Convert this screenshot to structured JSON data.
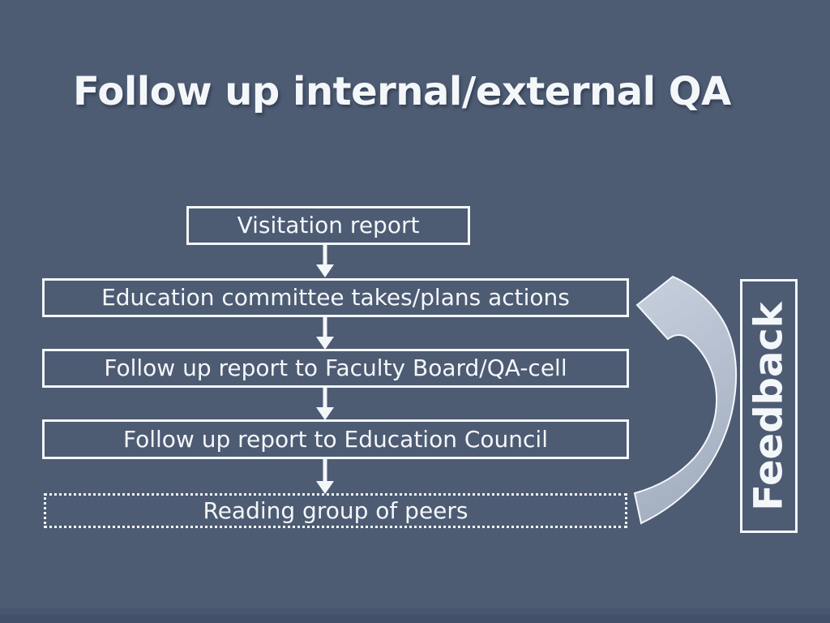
{
  "slide": {
    "title": "Follow up internal/external QA",
    "colors": {
      "background": "#4d5b73",
      "edge_strip_upper": "#485670",
      "edge_strip_lower": "#42506a",
      "shape_border": "#f4f7fa",
      "text": "#f4f7fa",
      "arrow_gradient_light": "#c7d0de",
      "arrow_gradient_dark": "#a4afc1"
    }
  },
  "flowchart": {
    "boxes": [
      {
        "label": "Visitation report",
        "border_style": "solid"
      },
      {
        "label": "Education committee takes/plans actions",
        "border_style": "solid"
      },
      {
        "label": "Follow up report to Faculty Board/QA-cell",
        "border_style": "solid"
      },
      {
        "label": "Follow up report to Education Council",
        "border_style": "solid"
      },
      {
        "label": "Reading group of peers",
        "border_style": "dotted"
      }
    ],
    "connectors": [
      {
        "icon": "down-arrow"
      },
      {
        "icon": "down-arrow"
      },
      {
        "icon": "down-arrow"
      },
      {
        "icon": "down-arrow"
      },
      {
        "icon": "curved-feedback-arrow"
      }
    ],
    "feedback_label": "Feedback"
  }
}
